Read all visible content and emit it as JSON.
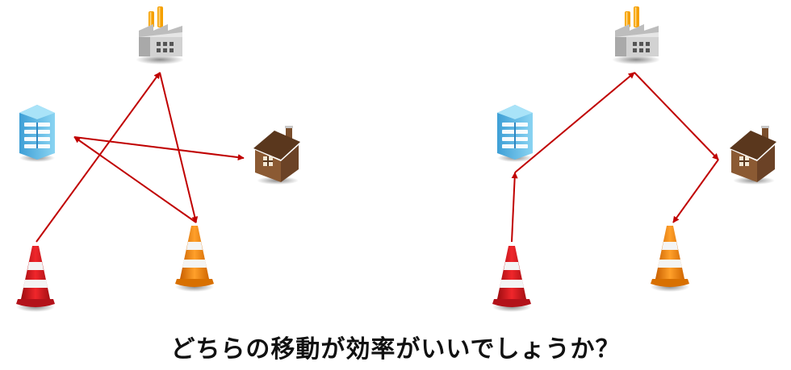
{
  "caption": "どちらの移動が効率がいいでしょうか？",
  "colors": {
    "arrow": "#c00000",
    "factory_body": "#d9d9d9",
    "factory_chimney": "#f5a000",
    "office": "#6fc4ea",
    "house": "#8b5a33",
    "red_cone": "#e0191f",
    "orange_cone": "#ff8a00"
  },
  "icons": [
    "factory-icon",
    "office-building-icon",
    "house-icon",
    "red-cone-icon",
    "orange-cone-icon"
  ],
  "routes": {
    "left": [
      "red-cone",
      "factory",
      "orange-cone",
      "office-building",
      "house"
    ],
    "right": [
      "red-cone",
      "office-building",
      "factory",
      "house",
      "orange-cone"
    ]
  }
}
